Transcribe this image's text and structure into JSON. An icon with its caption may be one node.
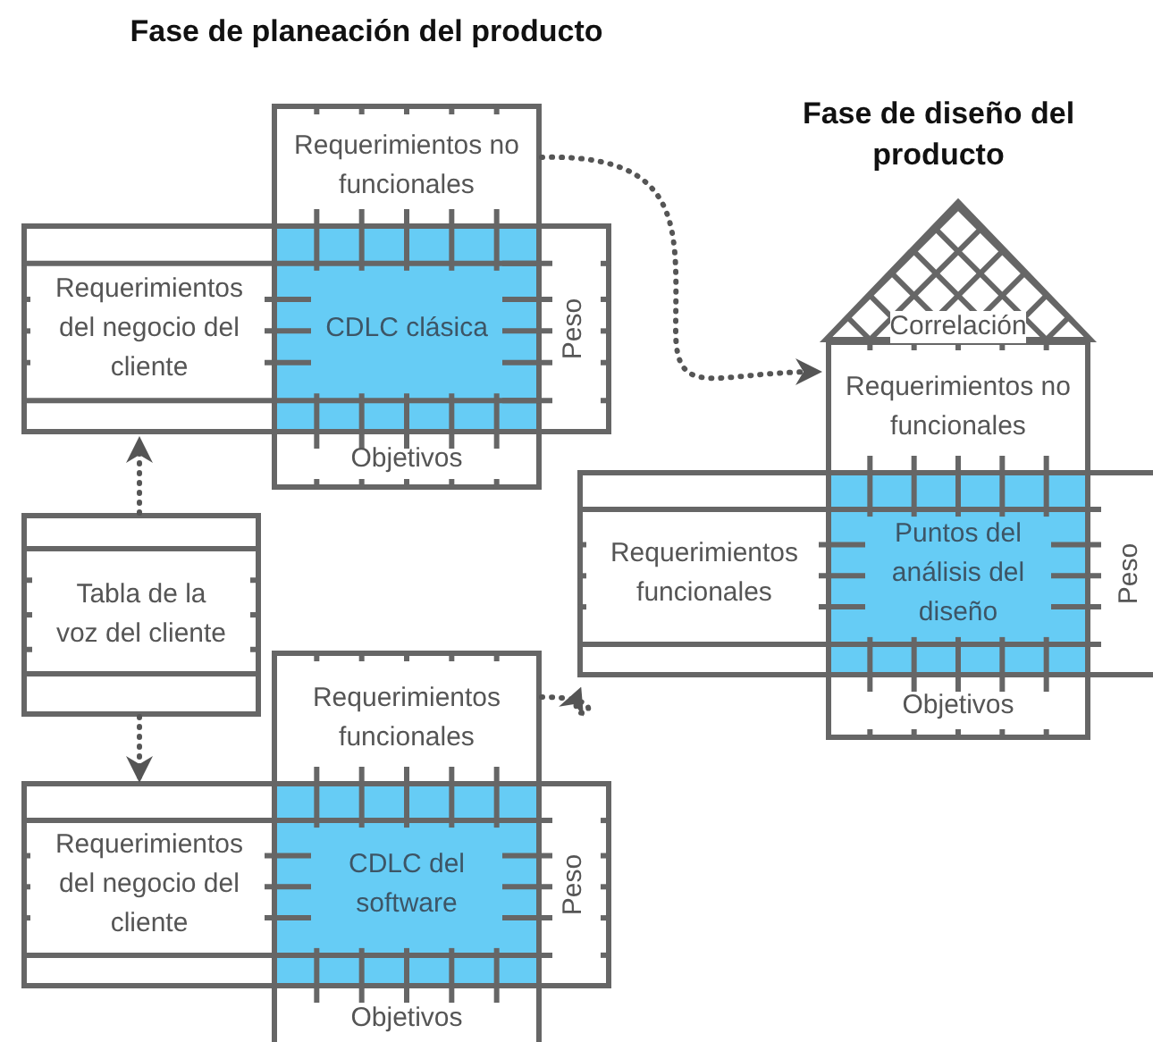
{
  "diagram": {
    "nodes": [
      {
        "text": [
          "Requerimientos no funcionales"
        ]
      },
      {
        "text": [
          "Requerimientos del negocio del cliente"
        ]
      },
      {
        "text": [
          "CDLC clásica"
        ]
      },
      {
        "text": [
          "Peso"
        ]
      },
      {
        "text": [
          "Objetivos"
        ]
      },
      {
        "text": [
          "Tabla de la voz del cliente"
        ]
      },
      {
        "text": [
          "Requerimientos funcionales"
        ]
      },
      {
        "text": [
          "Requerimientos del negocio del cliente"
        ]
      },
      {
        "text": [
          "CDLC del software"
        ]
      },
      {
        "text": [
          "Peso"
        ]
      },
      {
        "text": [
          "Objetivos"
        ]
      },
      {
        "text": [
          "Correlación"
        ]
      },
      {
        "text": [
          "Requerimientos no funcionales"
        ]
      },
      {
        "text": [
          "Requerimientos funcionales"
        ]
      },
      {
        "text": [
          "Puntos del análisis del diseño"
        ]
      },
      {
        "text": [
          "Peso"
        ]
      },
      {
        "text": [
          "Objetivos"
        ]
      }
    ],
    "edges": [
      {
        "from": 5,
        "to": 1,
        "arrow": "to"
      },
      {
        "from": 5,
        "to": 7,
        "arrow": "to"
      },
      {
        "from": 0,
        "to": 12,
        "arrow": "to"
      },
      {
        "from": 6,
        "to": 13,
        "arrow": "to"
      }
    ],
    "labels": [
      "Fase de planeación del producto",
      "Fase de diseño del producto"
    ]
  }
}
